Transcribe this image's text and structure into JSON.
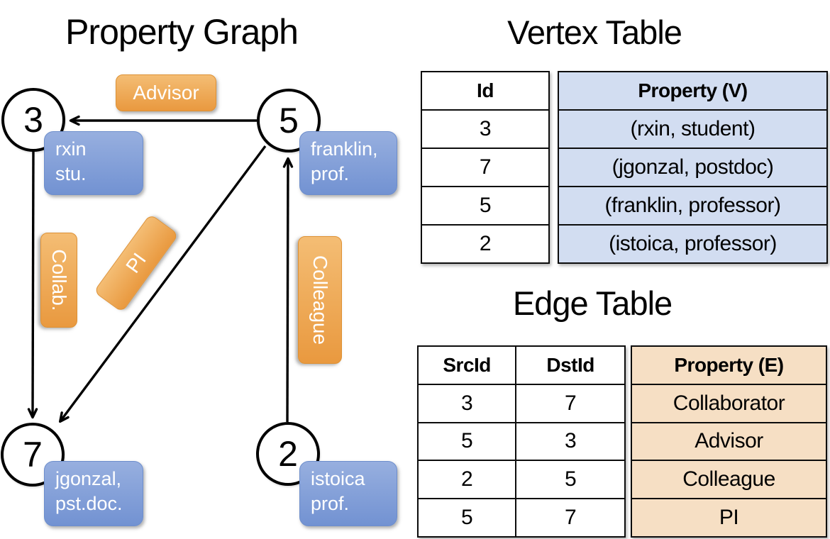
{
  "diagram": {
    "title": "Property Graph",
    "nodes": [
      {
        "id": "3",
        "property_lines": [
          "rxin",
          "stu."
        ]
      },
      {
        "id": "5",
        "property_lines": [
          "franklin,",
          "prof."
        ]
      },
      {
        "id": "7",
        "property_lines": [
          "jgonzal,",
          "pst.doc."
        ]
      },
      {
        "id": "2",
        "property_lines": [
          "istoica",
          "prof."
        ]
      }
    ],
    "edges": [
      {
        "label": "Advisor",
        "src": "5",
        "dst": "3"
      },
      {
        "label": "Collab.",
        "src": "3",
        "dst": "7"
      },
      {
        "label": "PI",
        "src": "5",
        "dst": "7"
      },
      {
        "label": "Colleague",
        "src": "2",
        "dst": "5"
      }
    ]
  },
  "vertex_table": {
    "title": "Vertex Table",
    "columns": [
      "Id",
      "Property (V)"
    ],
    "rows": [
      [
        "3",
        "(rxin, student)"
      ],
      [
        "7",
        "(jgonzal, postdoc)"
      ],
      [
        "5",
        "(franklin, professor)"
      ],
      [
        "2",
        "(istoica, professor)"
      ]
    ]
  },
  "edge_table": {
    "title": "Edge Table",
    "columns": [
      "SrcId",
      "DstId",
      "Property (E)"
    ],
    "rows": [
      [
        "3",
        "7",
        "Collaborator"
      ],
      [
        "5",
        "3",
        "Advisor"
      ],
      [
        "2",
        "5",
        "Colleague"
      ],
      [
        "5",
        "7",
        "PI"
      ]
    ]
  },
  "colors": {
    "edge_label_fill_top": "#F4BD74",
    "edge_label_fill_bottom": "#E9993F",
    "vertex_label_fill_top": "#97AFDF",
    "vertex_label_fill_bottom": "#7292D2",
    "vertex_table_fill": "#D2DDF1",
    "edge_table_fill": "#F6DFC4",
    "line_color": "#000000"
  }
}
